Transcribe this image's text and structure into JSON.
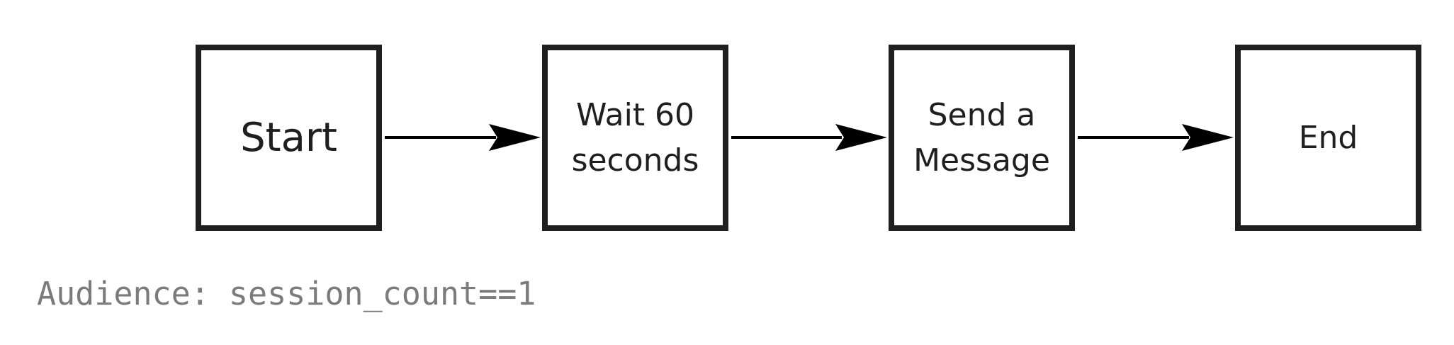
{
  "nodes": [
    {
      "id": "start",
      "label": "Start"
    },
    {
      "id": "wait",
      "label": "Wait 60\nseconds"
    },
    {
      "id": "send",
      "label": "Send a\nMessage"
    },
    {
      "id": "end",
      "label": "End"
    }
  ],
  "edges": [
    {
      "from": "start",
      "to": "wait"
    },
    {
      "from": "wait",
      "to": "send"
    },
    {
      "from": "send",
      "to": "end"
    }
  ],
  "audience": {
    "text": "Audience: session_count==1"
  },
  "colors": {
    "border": "#1f1f1f",
    "arrow": "#000000",
    "audience_text": "#7b7b7b"
  }
}
